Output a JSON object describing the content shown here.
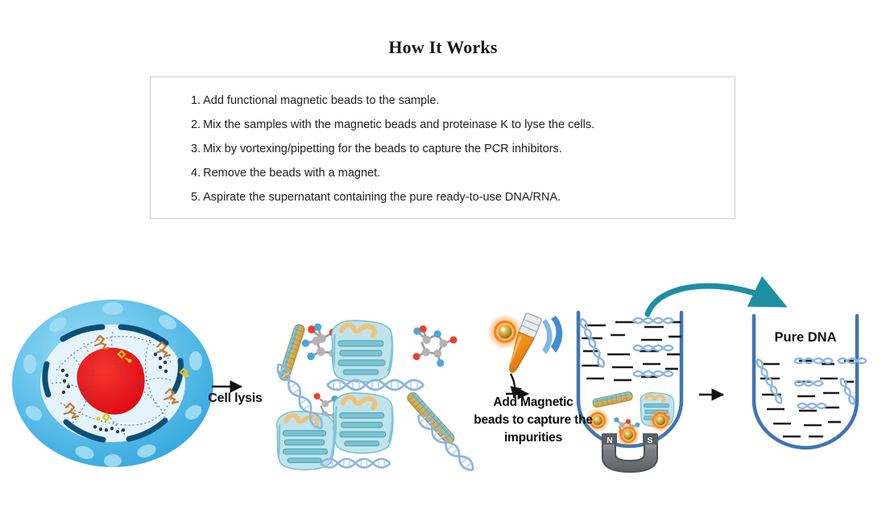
{
  "page": {
    "title": "How It Works",
    "background": "#ffffff",
    "border_color": "#cccccc"
  },
  "steps": {
    "items": [
      {
        "num": "1.",
        "text": "Add functional magnetic beads to the sample."
      },
      {
        "num": "2.",
        "text": "Mix the samples with the magnetic beads and proteinase K to lyse the cells."
      },
      {
        "num": "3.",
        "text": "Mix by vortexing/pipetting for the beads to capture the PCR inhibitors."
      },
      {
        "num": "4.",
        "text": "Remove the beads with a magnet."
      },
      {
        "num": "5.",
        "text": "Aspirate the supernatant containing the pure ready-to-use DNA/RNA."
      }
    ]
  },
  "diagram": {
    "labels": {
      "cell_lysis": "Cell lysis",
      "add_beads_line1": "Add Magnetic",
      "add_beads_line2": "beads to capture the",
      "add_beads_line3": "impurities",
      "pure_dna": "Pure DNA"
    },
    "magnet": {
      "north": "N",
      "south": "S"
    },
    "colors": {
      "cell_membrane": "#5bbfe8",
      "cell_membrane_dark": "#3aa7dd",
      "cell_interior": "#dff1fb",
      "nuclear_envelope": "#0b4f79",
      "nucleus": "#ec1c24",
      "protein_teal": "#78c6d6",
      "protein_helix": "#f0c07a",
      "dna_blue": "#8ab6e0",
      "tube_blue": "#3f74b5",
      "arrow_teal": "#1d8fa3",
      "bead_orange": "#e8871e",
      "bead_glow": "#fbb040",
      "magnet_grey": "#8c9196",
      "molecule_red": "#e8432a",
      "molecule_grey": "#b3b3b3",
      "molecule_blue": "#4aa8dd",
      "rod_gold": "#d9a441",
      "arrow_black": "#111111"
    }
  }
}
